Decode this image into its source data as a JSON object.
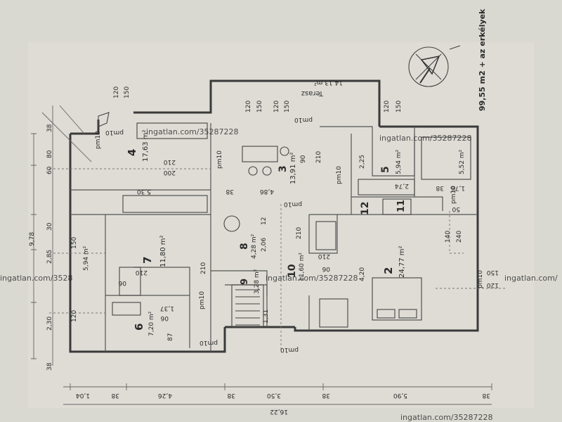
{
  "summary_area": "99,55 m2 + az erkélyek",
  "terrace_label": "Terasz",
  "terrace_area": "14,13 m²",
  "rooms": [
    {
      "id": "room-4",
      "num": "4",
      "area": "17,63 m²"
    },
    {
      "id": "room-3",
      "num": "3",
      "area": "13,91 m²"
    },
    {
      "id": "room-5",
      "num": "5",
      "area": "5,94 m²"
    },
    {
      "id": "room-5-right",
      "num": "",
      "area": "5,52 m²"
    },
    {
      "id": "room-12",
      "num": "12",
      "area": ""
    },
    {
      "id": "room-11",
      "num": "11",
      "area": ""
    },
    {
      "id": "room-8",
      "num": "8",
      "area": "4,28 m²"
    },
    {
      "id": "room-7",
      "num": "7",
      "area": "11,80 m²"
    },
    {
      "id": "room-terrace-left",
      "num": "",
      "area": "5,94 m²"
    },
    {
      "id": "room-10",
      "num": "10",
      "area": "11,60 m²"
    },
    {
      "id": "room-9",
      "num": "9",
      "area": "3,28 m²"
    },
    {
      "id": "room-2",
      "num": "2",
      "area": "24,77 m²"
    },
    {
      "id": "room-6",
      "num": "6",
      "area": "7,20 m²"
    }
  ],
  "watermarks": {
    "site": "ingatlan.com/35287228",
    "site_short": "ingatlan.com/",
    "site_cut": "ingatlan.com/3528",
    "site_bottom": "ingatlan.com/35287228"
  },
  "labels": {
    "pm10": "pm10",
    "d150": "150",
    "d120": "120",
    "d90": "90",
    "d210": "210",
    "d200": "200",
    "d240": "240",
    "d140": "140",
    "d60": "60",
    "d80": "80",
    "d12": "12",
    "d06": "06",
    "d30": "30",
    "d38": "38",
    "d50": "50",
    "d87": "87",
    "d530": "5,30",
    "d486": "4,86",
    "d206": "2,06",
    "d420": "4,20",
    "d225": "2,25",
    "d274": "2,74",
    "d176": "1,76",
    "d131": "1,31",
    "d137": "1,37",
    "d285": "2,85",
    "d978": "9,78",
    "d230": "2,30",
    "d104": "1,04",
    "d426": "4,26",
    "d350": "3,50",
    "d590": "5,90",
    "d1622": "16,22"
  }
}
